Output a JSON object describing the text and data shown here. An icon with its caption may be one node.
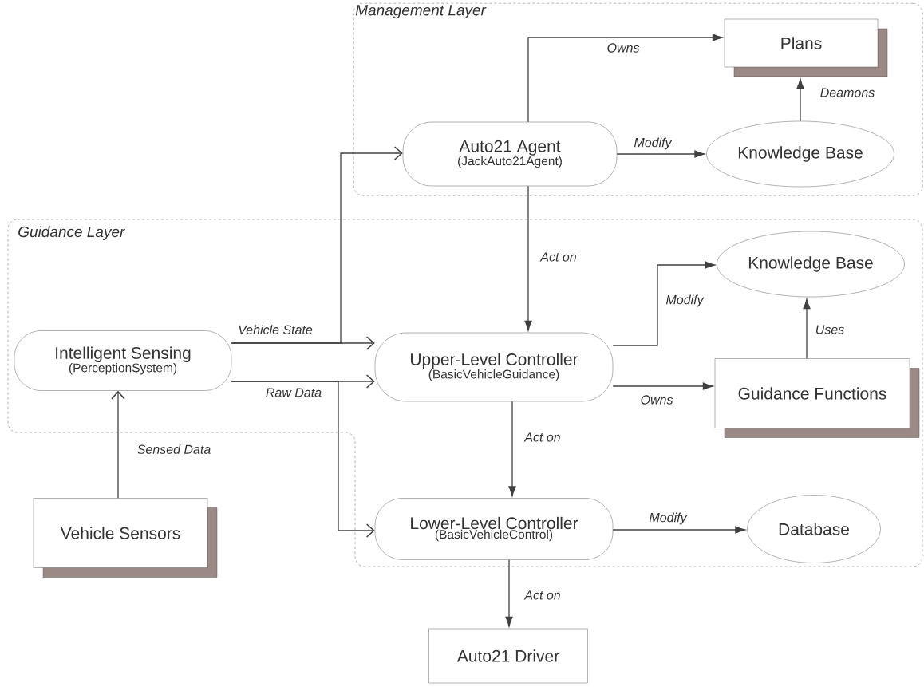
{
  "diagram": {
    "nodes": [
      {
        "text": [
          "Management Layer"
        ]
      },
      {
        "text": [
          "Plans"
        ],
        "in": 0
      },
      {
        "text": [
          "Auto21 Agent",
          "(JackAuto21Agent)"
        ],
        "in": 0
      },
      {
        "text": [
          "Knowledge Base"
        ],
        "in": 0
      },
      {
        "text": [
          "Guidance Layer"
        ]
      },
      {
        "text": [
          "Intelligent Sensing",
          "(PerceptionSystem)"
        ],
        "in": 4
      },
      {
        "text": [
          "Upper-Level Controller",
          "(BasicVehicleGuidance)"
        ],
        "in": 4
      },
      {
        "text": [
          "Knowledge Base"
        ],
        "in": 4
      },
      {
        "text": [
          "Guidance Functions"
        ],
        "in": 4
      },
      {
        "text": [
          "Vehicle Sensors"
        ]
      },
      {
        "text": [
          "Lower-Level Controller",
          "(BasicVehicleControl)"
        ],
        "in": 4
      },
      {
        "text": [
          "Database"
        ],
        "in": 4
      },
      {
        "text": [
          "Auto21 Driver"
        ]
      }
    ],
    "edges": [
      {
        "from": 2,
        "to": 1,
        "arrow": "to",
        "label": "Owns"
      },
      {
        "from": 3,
        "to": 1,
        "arrow": "to",
        "label": "Deamons"
      },
      {
        "from": 2,
        "to": 3,
        "arrow": "to",
        "label": "Modify"
      },
      {
        "from": 5,
        "to": 2,
        "arrow": "to"
      },
      {
        "from": 5,
        "to": 6,
        "arrow": "to",
        "label": "Vehicle State"
      },
      {
        "from": 5,
        "to": 6,
        "arrow": "to",
        "label": "Raw Data"
      },
      {
        "from": 5,
        "to": 10,
        "arrow": "to"
      },
      {
        "from": 2,
        "to": 6,
        "arrow": "to",
        "label": "Act on"
      },
      {
        "from": 6,
        "to": 7,
        "arrow": "to",
        "label": "Modify"
      },
      {
        "from": 8,
        "to": 7,
        "arrow": "to",
        "label": "Uses"
      },
      {
        "from": 6,
        "to": 8,
        "arrow": "to",
        "label": "Owns"
      },
      {
        "from": 6,
        "to": 10,
        "arrow": "to",
        "label": "Act on"
      },
      {
        "from": 10,
        "to": 11,
        "arrow": "to",
        "label": "Modify"
      },
      {
        "from": 10,
        "to": 12,
        "arrow": "to",
        "label": "Act on"
      },
      {
        "from": 9,
        "to": 5,
        "arrow": "to",
        "label": "Sensed Data"
      }
    ]
  }
}
